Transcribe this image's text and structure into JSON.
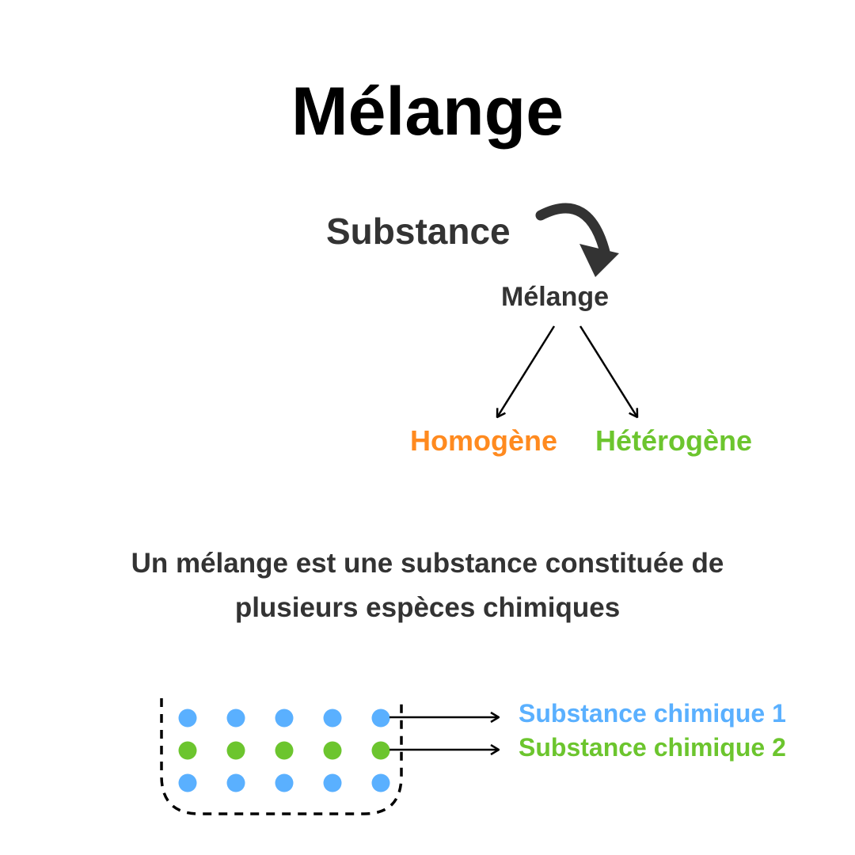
{
  "title": "Mélange",
  "flow": {
    "top": "Substance",
    "middle": "Mélange"
  },
  "types": {
    "homogeneous": "Homogène",
    "heterogeneous": "Hétérogène"
  },
  "definition": {
    "line1": "Un mélange est une substance constituée de",
    "line2": "plusieurs espèces chimiques"
  },
  "legend": [
    {
      "label": "Substance chimique 1",
      "color": "#5AB0FF"
    },
    {
      "label": "Substance chimique 2",
      "color": "#6CC52E"
    }
  ],
  "colors": {
    "homogeneous": "#FF8A1F",
    "heterogeneous": "#6CC52E",
    "text": "#333333"
  },
  "particle_rows": [
    "blue",
    "green",
    "blue"
  ],
  "particles_per_row": 5
}
